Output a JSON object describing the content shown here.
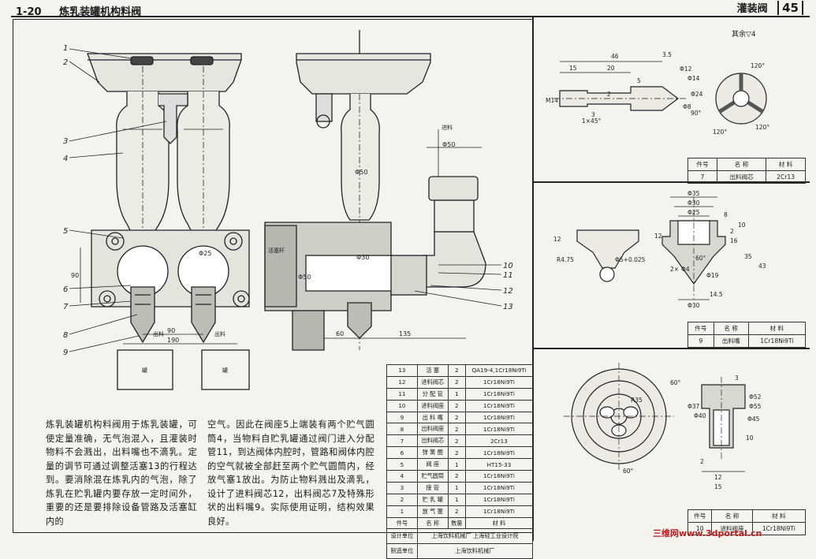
{
  "header": {
    "section_no": "1-20",
    "title": "炼乳装罐机构料阀",
    "category": "灌装阀",
    "page_number": "45"
  },
  "assembly": {
    "callouts": [
      "1",
      "2",
      "3",
      "4",
      "5",
      "6",
      "7",
      "8",
      "9"
    ],
    "right_callouts": [
      "10",
      "11",
      "12",
      "13"
    ],
    "dims": {
      "d_left_90": "90",
      "d_25": "Φ25",
      "d_190": "190",
      "d_90_bottom": "90",
      "d_50_top": "Φ50",
      "d_50_mid": "Φ50",
      "d_30": "Φ30",
      "d_50_side": "Φ50",
      "d_60": "60",
      "d_135": "135"
    },
    "flow_labels": {
      "inlet": "进料",
      "out_left": "出料",
      "out_right": "出料",
      "can_left": "罐",
      "can_right": "罐",
      "piston": "活塞杆"
    }
  },
  "description": {
    "col1": "炼乳装罐机构料阀用于炼乳装罐，可使定量准确，无气泡混入，且灌装时物料不会溅出，出料嘴也不滴乳。定量的调节可通过调整活塞13的行程达到。要消除混在炼乳内的气泡，除了炼乳在贮乳罐内要存放一定时间外，重要的还是要排除设备管路及活塞缸内的",
    "col2": "空气。因此在阀座5上端装有两个贮气圆筒4，当物料自贮乳罐通过阀门进入分配管11，到达阀体内腔时，管路和阀体内腔的空气就被全部赶至两个贮气圆筒内，经放气塞1放出。为防止物料溅出及滴乳，设计了进料阀芯12，出料阀芯7及特殊形状的出料嘴9。实际使用证明，结构效果良好。"
  },
  "parts_list": {
    "headers": [
      "件号",
      "名  称",
      "数量",
      "材  料"
    ],
    "rows": [
      [
        "13",
        "活  塞",
        "2",
        "QA19-4,1Cr18Ni9Ti"
      ],
      [
        "12",
        "进料阀芯",
        "2",
        "1Cr18Ni9Ti"
      ],
      [
        "11",
        "分 配 管",
        "1",
        "1Cr18Ni9Ti"
      ],
      [
        "10",
        "进料阀座",
        "2",
        "1Cr18Ni9Ti"
      ],
      [
        "9",
        "出 料 嘴",
        "2",
        "1Cr18Ni9Ti"
      ],
      [
        "8",
        "出料阀座",
        "2",
        "1Cr18Ni9Ti"
      ],
      [
        "7",
        "出料阀芯",
        "2",
        "2Cr13"
      ],
      [
        "6",
        "弹 簧 圈",
        "2",
        "1Cr18Ni9Ti"
      ],
      [
        "5",
        "阀   座",
        "1",
        "HT15-33"
      ],
      [
        "4",
        "贮气圆筒",
        "2",
        "1Cr18Ni9Ti"
      ],
      [
        "3",
        "接   管",
        "1",
        "1Cr18Ni9Ti"
      ],
      [
        "2",
        "贮 乳 罐",
        "1",
        "1Cr18Ni9Ti"
      ],
      [
        "1",
        "放 气 塞",
        "2",
        "1Cr18Ni9Ti"
      ]
    ],
    "design_label": "设计单位",
    "design_units": "上海饮料机械厂  上海轻工业设计院",
    "maker_label": "制造单位",
    "maker": "上海饮料机械厂"
  },
  "detail1": {
    "note": "其余▽4",
    "dims": [
      "46",
      "3.5",
      "15",
      "20",
      "5",
      "Φ12",
      "Φ14",
      "Φ24",
      "Φ8",
      "90°",
      "120°",
      "120°",
      "120°",
      "1×45°",
      "2",
      "M14",
      "3"
    ],
    "table": {
      "headers": [
        "件号",
        "名  称",
        "材  料"
      ],
      "row": [
        "7",
        "出料阀芯",
        "2Cr13"
      ]
    }
  },
  "detail2": {
    "dims": [
      "Φ35",
      "Φ30",
      "Φ25",
      "8",
      "12",
      "12",
      "2",
      "35",
      "16",
      "10",
      "43",
      "R4.75",
      "Φ5+0.025",
      "60°",
      "Φ19",
      "14.5",
      "Φ30",
      "2×",
      "Φ4"
    ],
    "table": {
      "headers": [
        "件号",
        "名  称",
        "材  料"
      ],
      "row": [
        "9",
        "出料嘴",
        "1Cr18Ni9Ti"
      ]
    }
  },
  "detail3": {
    "dims": [
      "R35",
      "60°",
      "60°",
      "Φ37",
      "Φ40",
      "Φ45",
      "Φ52",
      "Φ55",
      "10",
      "3",
      "2",
      "12",
      "15"
    ],
    "table": {
      "headers": [
        "件号",
        "名  称",
        "材  料"
      ],
      "row": [
        "10",
        "进料阀座",
        "1Cr18Ni9Ti"
      ]
    }
  },
  "watermark": "三维网www.3dportal.cn"
}
